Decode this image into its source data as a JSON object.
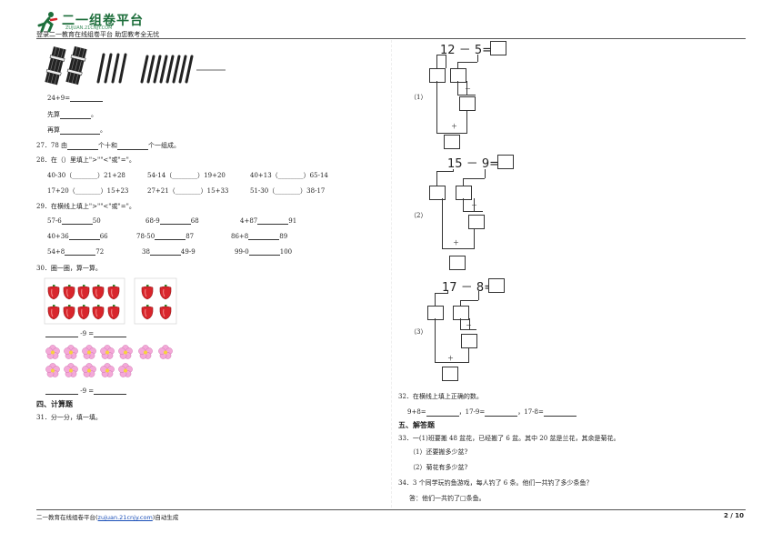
{
  "header": {
    "logo_text": "二一组卷平台",
    "logo_sub": "ZUJUAN.21CNJY.COM",
    "tagline": "登录二一教育在线组卷平台  助您教考全无忧"
  },
  "left": {
    "bundles_caption": "",
    "q26": {
      "eq": "24+9=",
      "step1": "先算",
      "step2": "再算",
      "dot": "。"
    },
    "q27": {
      "text_a": "27．78 由",
      "text_b": "个十和",
      "text_c": "个一组成。"
    },
    "q28": {
      "title": "28．在（）里填上\">\"\"<\"或\"=\"。",
      "row1": [
        "40-30（________）21+28",
        "54-14（________）19+20",
        "40+13（________）65-14"
      ],
      "row2": [
        "17+20（________）15+23",
        "27+21（________）15+33",
        "51-30（________）38-17"
      ]
    },
    "q29": {
      "title": "29．在横线上填上\">\"\"<\"或\"=\"。",
      "row1": [
        "57-6",
        "50",
        "68-9",
        "68",
        "4+87",
        "91"
      ],
      "row2": [
        "40+36",
        "66",
        "78-50",
        "87",
        "86+8",
        "89"
      ],
      "row3": [
        "54+8",
        "72",
        "38",
        "49-9",
        "99-0",
        "100"
      ]
    },
    "q30": {
      "title": "30．圈一圈，算一算。",
      "eq1": " -9 =",
      "eq2": " -9 ="
    },
    "sec4": "四、计算题",
    "q31": "31．分一分，填一填。"
  },
  "right": {
    "d1": {
      "label": "（1）",
      "a": "12",
      "op": "－",
      "b": "5=",
      "minus": "－",
      "plus": "＋"
    },
    "d2": {
      "label": "（2）",
      "a": "15",
      "op": "－",
      "b": "9=",
      "minus": "－",
      "plus": "＋"
    },
    "d3": {
      "label": "（3）",
      "a": "17",
      "op": "－",
      "b": "8=",
      "minus": "－",
      "plus": "＋"
    },
    "q32": {
      "title": "32．在横线上填上正确的数。",
      "eqs": [
        "9+8=",
        "，17-9=",
        "，17-8="
      ]
    },
    "sec5": "五、解答题",
    "q33": {
      "title": "33．一(1)班要搬 48 盆花，已经搬了 6 盆。其中 20 盆是兰花，其余是菊花。",
      "sub1": "（1）还要搬多少盆?",
      "sub2": "（2）菊花有多少盆?"
    },
    "q34": {
      "title": "34．3 个同学玩钓鱼游戏，每人钓了 6 条。他们一共钓了多少条鱼？",
      "answer": "答：他们一共钓了□条鱼。"
    }
  },
  "footer": {
    "text_pre": "二一教育在线组卷平台(",
    "link": "zujuan.21cnjy.com",
    "text_post": ")自动生成",
    "page": "2 / 10"
  },
  "colors": {
    "pepper": "#d8262c",
    "flower": "#f4a9d8",
    "logo_green": "#1d6e3b"
  }
}
